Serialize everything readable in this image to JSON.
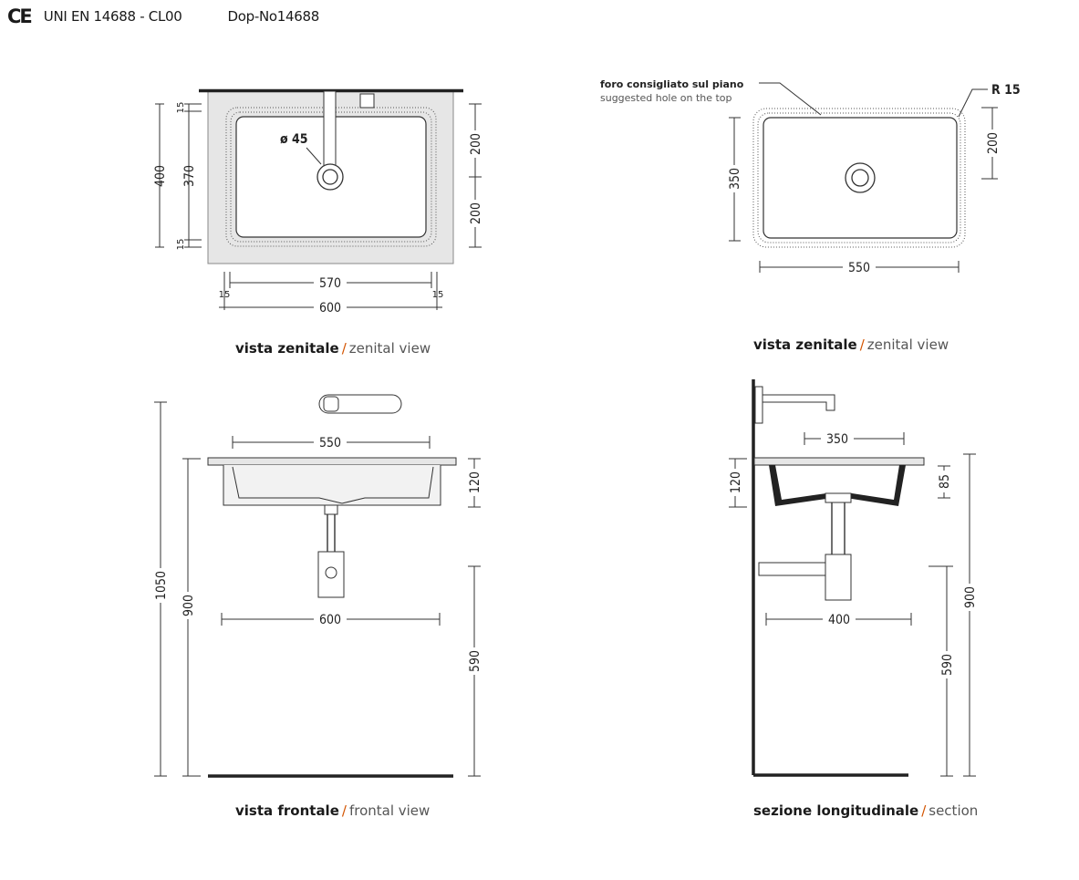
{
  "header": {
    "ce_mark": "CE",
    "standard": "UNI EN 14688 - CL00",
    "dop": "Dop-No14688"
  },
  "views": {
    "top_left": {
      "caption_it": "vista zenitale",
      "caption_en": "zenital view",
      "dims": {
        "h15_top": "15",
        "h400": "400",
        "h370": "370",
        "h15_bot": "15",
        "r200_top": "200",
        "r200_bot": "200",
        "hole": "ø 45",
        "w570": "570",
        "w600": "600",
        "w15_left": "15",
        "w15_right": "15"
      }
    },
    "top_right": {
      "caption_it": "vista zenitale",
      "caption_en": "zenital view",
      "note_it": "foro consigliato sul piano",
      "note_en": "suggested hole on the top",
      "radius": "R 15",
      "dims": {
        "h350": "350",
        "r200": "200",
        "w550": "550"
      }
    },
    "bottom_left": {
      "caption_it": "vista frontale",
      "caption_en": "frontal view",
      "dims": {
        "w550": "550",
        "w600": "600",
        "h1050": "1050",
        "h900": "900",
        "h120": "120",
        "h590": "590"
      }
    },
    "bottom_right": {
      "caption_it": "sezione longitudinale",
      "caption_en": "section",
      "dims": {
        "w350": "350",
        "w400": "400",
        "h120": "120",
        "h85": "85",
        "h900": "900",
        "h590": "590"
      }
    }
  },
  "separator": "/"
}
